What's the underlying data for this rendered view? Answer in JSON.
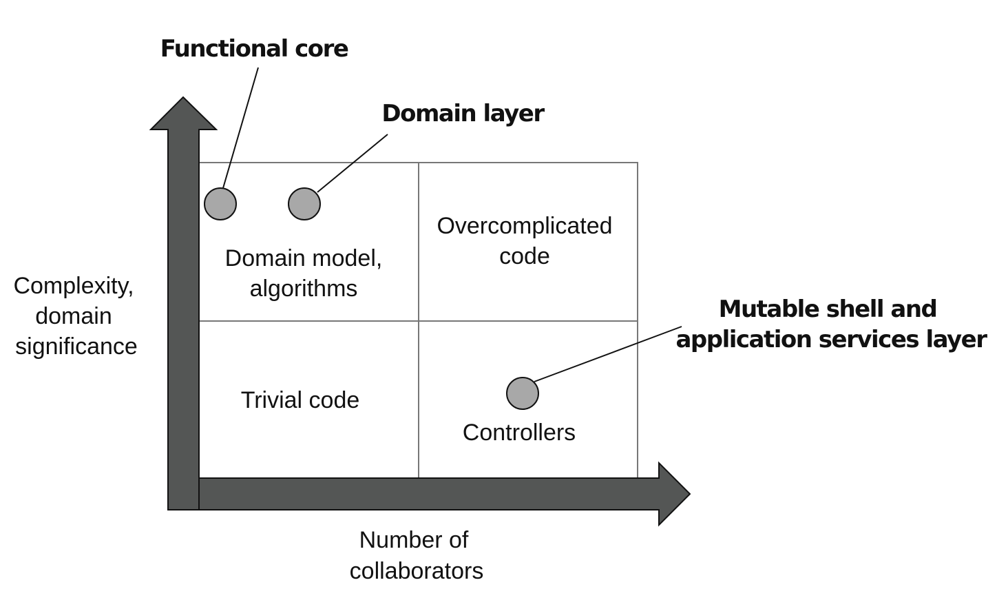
{
  "callouts": {
    "functional_core": "Functional core",
    "domain_layer": "Domain layer",
    "mutable_shell_line1": "Mutable shell and",
    "mutable_shell_line2": "application services layer"
  },
  "quadrants": {
    "top_left_line1": "Domain model,",
    "top_left_line2": "algorithms",
    "top_right_line1": "Overcomplicated",
    "top_right_line2": "code",
    "bottom_left": "Trivial code",
    "bottom_right": "Controllers"
  },
  "axes": {
    "y_label_line1": "Complexity,",
    "y_label_line2": "domain",
    "y_label_line3": "significance",
    "x_label_line1": "Number of",
    "x_label_line2": "collaborators"
  },
  "colors": {
    "arrow_fill": "#545655",
    "marker_fill": "#a8a8a8",
    "grid_line": "#777777",
    "text": "#111111"
  }
}
